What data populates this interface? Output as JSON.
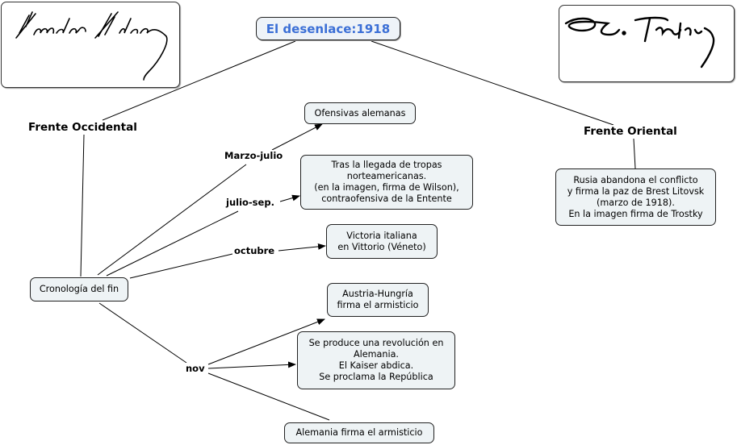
{
  "title": "El desenlace:1918",
  "colors": {
    "title_text": "#3b6fd6",
    "node_fill": "#eef3f5",
    "node_border": "#222222",
    "line": "#000000"
  },
  "images": {
    "wilson_signature": "Woodrow Wilson signature",
    "trotsky_signature": "L. Trotsky signature"
  },
  "linking_labels": {
    "frente_occidental": "Frente Occidental",
    "frente_oriental": "Frente Oriental",
    "marzo_julio": "Marzo-julio",
    "julio_sep": "julio-sep.",
    "octubre": "octubre",
    "nov": "nov"
  },
  "concepts": {
    "cronologia": "Cronología del fin",
    "ofensivas": "Ofensivas alemanas",
    "tropas": "Tras la llegada de tropas\nnorteamericanas.\n(en la imagen, firma de Wilson),\ncontraofensiva de la Entente",
    "victoria": "Victoria italiana\nen Vittorio (Véneto)",
    "austria": "Austria-Hungría\nfirma el armisticio",
    "revolucion": "Se produce una revolución en\nAlemania.\nEl Kaiser abdica.\nSe proclama la República",
    "alemania": "Alemania firma el armisticio",
    "rusia": "Rusia abandona el conflicto\ny firma la paz de Brest Litovsk\n(marzo de 1918).\nEn la imagen firma de Trostky"
  }
}
